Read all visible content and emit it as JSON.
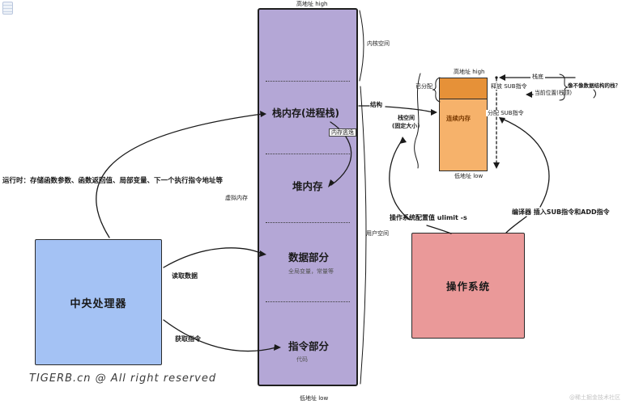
{
  "copyright": "TIGERB.cn @ All right reserved",
  "watermark": "@稀土掘金技术社区",
  "runtime_note": "运行时：存储函数参数、函数返回值、局部变量、下一个执行指令地址等",
  "cpu": {
    "label": "中央处理器",
    "read_data": "读取数据",
    "fetch_instruction": "获取指令"
  },
  "virtual_memory": {
    "high": "高地址 high",
    "low": "低地址 low",
    "kernel_space": "内核空间",
    "user_space": "用户空间",
    "virtual_label": "虚拟内存",
    "structure": "结构",
    "stack_title": "栈内存(进程栈)",
    "escape": "内存逃逸",
    "heap_title": "堆内存",
    "data_title": "数据部分",
    "data_sub": "全局变量，常量等",
    "code_title": "指令部分",
    "code_sub": "代码"
  },
  "stack_detail": {
    "high": "高地址 high",
    "low": "低地址 low",
    "allocated": "已分配",
    "contiguous": "连续内存",
    "stack_space": "栈空间",
    "stack_space_sub": "(固定大小)",
    "stack_bottom": "栈底",
    "release": "释放 SUB指令",
    "current_pos": "当前位置(栈顶)",
    "allocate": "分配 SUB指令",
    "question": "像不像数据结构的栈？"
  },
  "os": {
    "label": "操作系统",
    "config": "操作系统配置值 ulimit -s",
    "compiler": "编译器 插入SUB指令和ADD指令"
  },
  "colors": {
    "purple": "#b4a7d6",
    "blue": "#a4c2f4",
    "orange_light": "#f6b26b",
    "orange_dark": "#e69138",
    "pink": "#ea9999",
    "line": "#1a1a1a"
  }
}
